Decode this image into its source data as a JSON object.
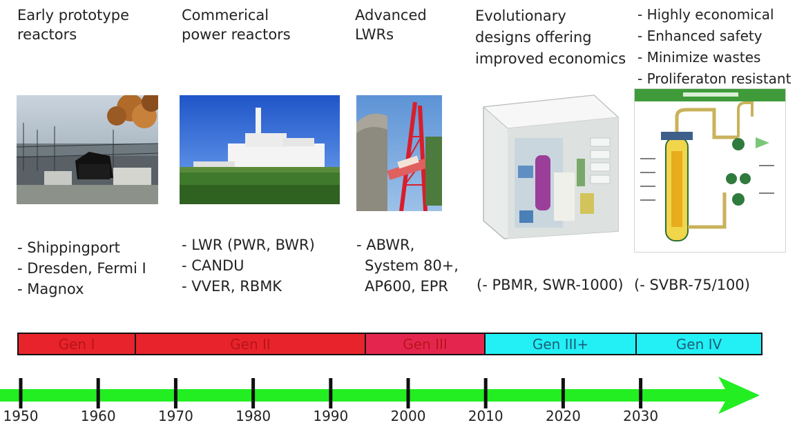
{
  "columns": [
    {
      "heading": [
        "Early prototype",
        "reactors"
      ],
      "examples": [
        "- Shippingport",
        "- Dresden, Fermi I",
        "- Magnox"
      ]
    },
    {
      "heading": [
        "Commerical",
        "power reactors"
      ],
      "examples": [
        "- LWR (PWR, BWR)",
        "- CANDU",
        "- VVER, RBMK"
      ]
    },
    {
      "heading": [
        "Advanced",
        "LWRs"
      ],
      "examples": [
        "- ABWR,",
        "System 80+,",
        "AP600, EPR"
      ]
    },
    {
      "heading": [
        "Evolutionary",
        "designs offering",
        "improved economics"
      ],
      "examples": [
        "(- PBMR, SWR-1000)"
      ]
    },
    {
      "heading": [
        "- Highly economical",
        "- Enhanced safety",
        "- Minimize wastes",
        "- Proliferaton resistant"
      ],
      "examples": [
        "(- SVBR-75/100)"
      ]
    }
  ],
  "generations": [
    {
      "label": "Gen I",
      "color": "#e8232b",
      "text_color": "#b8141a"
    },
    {
      "label": "Gen II",
      "color": "#e8232b",
      "text_color": "#b8141a"
    },
    {
      "label": "Gen III",
      "color": "#e4264f",
      "text_color": "#b8141a"
    },
    {
      "label": "Gen III+",
      "color": "#22f0f4",
      "text_color": "#1b5e7a"
    },
    {
      "label": "Gen IV",
      "color": "#22f0f4",
      "text_color": "#1b5e7a"
    }
  ],
  "timeline": {
    "years": [
      "1950",
      "1960",
      "1970",
      "1980",
      "1990",
      "2000",
      "2010",
      "2020",
      "2030"
    ],
    "arrow_color": "#22ee22"
  }
}
